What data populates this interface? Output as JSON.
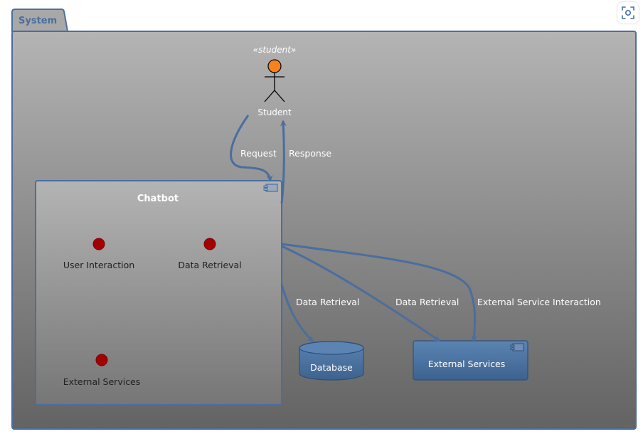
{
  "colors": {
    "border": "#4a6e9e",
    "arrow": "#4a6e9e",
    "actor_head": "#f5821f",
    "interface_dot": "#a30000",
    "white_text": "#ffffff",
    "dark_text": "#222222",
    "node_fill_top": "#5b84b3",
    "node_fill_bottom": "#3d628f"
  },
  "package": {
    "name": "System"
  },
  "actor": {
    "stereotype": "«student»",
    "name": "Student"
  },
  "component": {
    "name": "Chatbot"
  },
  "interfaces": [
    {
      "name": "User Interaction"
    },
    {
      "name": "Data Retrieval"
    },
    {
      "name": "External Services"
    }
  ],
  "database": {
    "name": "Database"
  },
  "external_component": {
    "name": "External Services"
  },
  "edges": {
    "request": "Request",
    "response": "Response",
    "db_retrieval": "Data Retrieval",
    "ext_retrieval": "Data Retrieval",
    "ext_interaction": "External Service Interaction"
  },
  "toolbar": {
    "icon": "focus-icon"
  }
}
